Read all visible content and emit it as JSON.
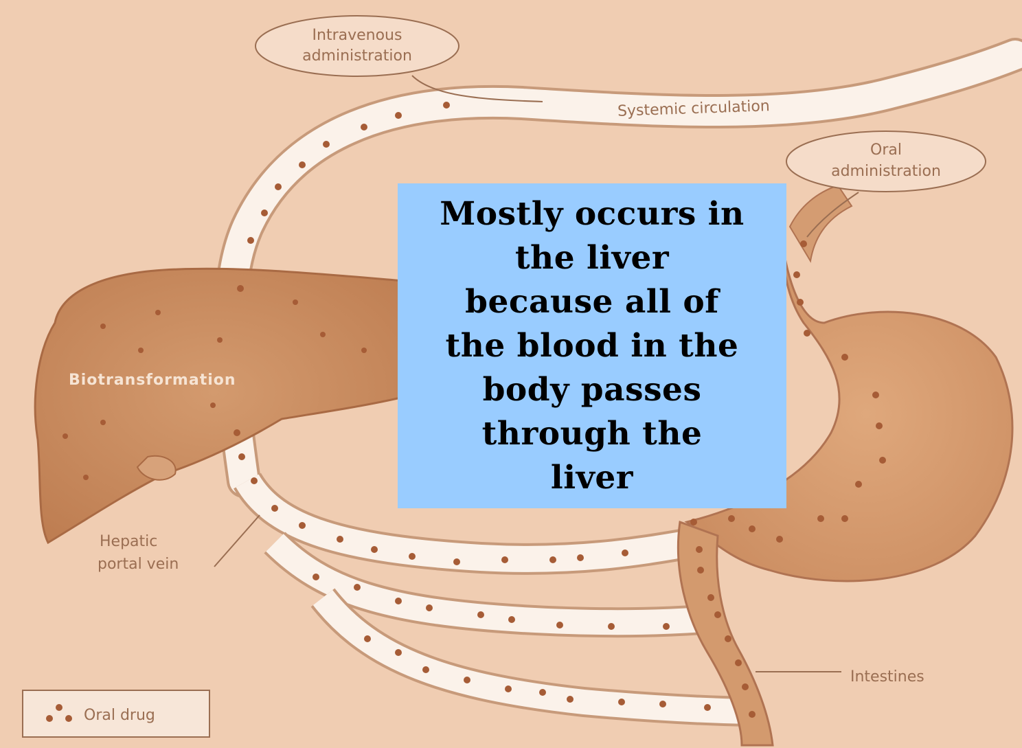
{
  "diagram": {
    "labels": {
      "intravenous": "Intravenous\nadministration",
      "systemic": "Systemic circulation",
      "oral_admin": "Oral\nadministration",
      "biotransformation": "Biotransformation",
      "hepatic": "Hepatic\nportal vein",
      "intestines": "Intestines",
      "legend": "Oral drug"
    },
    "callout": "Mostly occurs in\nthe liver\nbecause all of\nthe blood in the\nbody passes\nthrough the\nliver"
  },
  "colors": {
    "background": "#f0cdb2",
    "organ": "#c98a5e",
    "vessel": "#fbf2ea",
    "dot": "#a65c36",
    "label": "#9a6e52",
    "callout_bg": "#99ccff"
  }
}
